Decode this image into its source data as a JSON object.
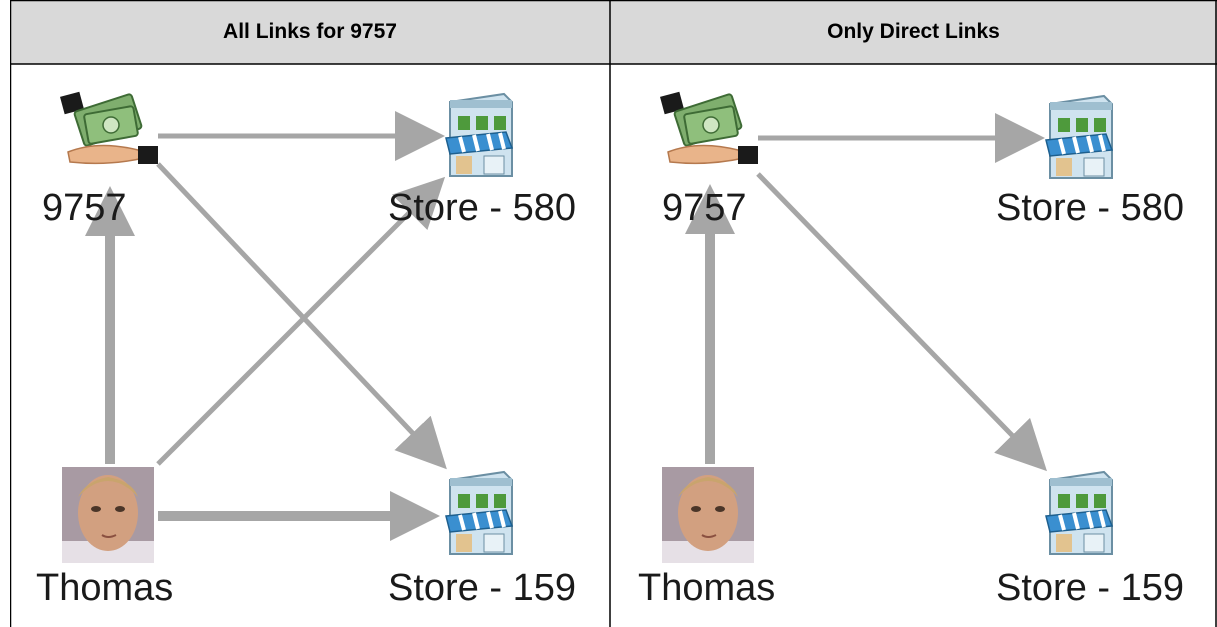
{
  "table": {
    "headers": [
      "All Links for 9757",
      "Only Direct Links"
    ]
  },
  "panels": [
    {
      "title": "All Links for 9757",
      "nodes": {
        "transaction": {
          "label": "9757",
          "icon": "money-handoff-icon"
        },
        "store_580": {
          "label": "Store - 580",
          "icon": "store-building-icon"
        },
        "person": {
          "label": "Thomas",
          "icon": "person-photo"
        },
        "store_159": {
          "label": "Store - 159",
          "icon": "store-building-icon"
        }
      },
      "edges": [
        {
          "from": "9757",
          "to": "Store - 580"
        },
        {
          "from": "9757",
          "to": "Store - 159"
        },
        {
          "from": "Thomas",
          "to": "9757"
        },
        {
          "from": "Thomas",
          "to": "Store - 580"
        },
        {
          "from": "Thomas",
          "to": "Store - 159"
        }
      ]
    },
    {
      "title": "Only Direct Links",
      "nodes": {
        "transaction": {
          "label": "9757",
          "icon": "money-handoff-icon"
        },
        "store_580": {
          "label": "Store - 580",
          "icon": "store-building-icon"
        },
        "person": {
          "label": "Thomas",
          "icon": "person-photo"
        },
        "store_159": {
          "label": "Store - 159",
          "icon": "store-building-icon"
        }
      },
      "edges": [
        {
          "from": "9757",
          "to": "Store - 580"
        },
        {
          "from": "9757",
          "to": "Store - 159"
        },
        {
          "from": "Thomas",
          "to": "9757"
        }
      ]
    }
  ],
  "colors": {
    "header_bg": "#d9d9d9",
    "border": "#000000",
    "edge": "#a6a6a6"
  }
}
